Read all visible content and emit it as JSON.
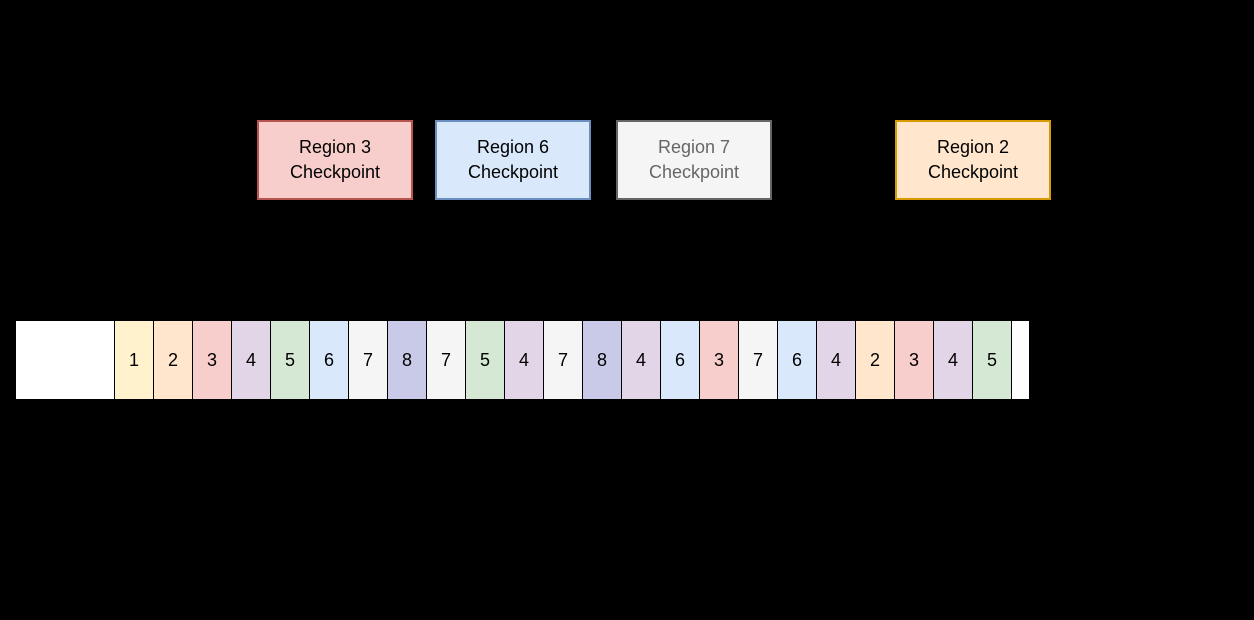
{
  "checkpoints": [
    {
      "line1": "Region 3",
      "line2": "Checkpoint",
      "fill": "#F8CECC",
      "border": "#B85450",
      "text_color": "#000000"
    },
    {
      "line1": "Region 6",
      "line2": "Checkpoint",
      "fill": "#DAE8FC",
      "border": "#6C8EBF",
      "text_color": "#000000"
    },
    {
      "line1": "Region 7",
      "line2": "Checkpoint",
      "fill": "#F5F5F5",
      "border": "#666666",
      "text_color": "#666666"
    },
    {
      "line1": "Region 2",
      "line2": "Checkpoint",
      "fill": "#FFE6CC",
      "border": "#D79B00",
      "text_color": "#000000"
    }
  ],
  "log_strip": {
    "cells": [
      {
        "value": "",
        "fill": "#FFFFFF"
      },
      {
        "value": "1",
        "fill": "#FFF2CC"
      },
      {
        "value": "2",
        "fill": "#FFE6CC"
      },
      {
        "value": "3",
        "fill": "#F8CECC"
      },
      {
        "value": "4",
        "fill": "#E1D5E7"
      },
      {
        "value": "5",
        "fill": "#D5E8D4"
      },
      {
        "value": "6",
        "fill": "#DAE8FC"
      },
      {
        "value": "7",
        "fill": "#F5F5F5"
      },
      {
        "value": "8",
        "fill": "#C9CAE8"
      },
      {
        "value": "7",
        "fill": "#F5F5F5"
      },
      {
        "value": "5",
        "fill": "#D5E8D4"
      },
      {
        "value": "4",
        "fill": "#E1D5E7"
      },
      {
        "value": "7",
        "fill": "#F5F5F5"
      },
      {
        "value": "8",
        "fill": "#C9CAE8"
      },
      {
        "value": "4",
        "fill": "#E1D5E7"
      },
      {
        "value": "6",
        "fill": "#DAE8FC"
      },
      {
        "value": "3",
        "fill": "#F8CECC"
      },
      {
        "value": "7",
        "fill": "#F5F5F5"
      },
      {
        "value": "6",
        "fill": "#DAE8FC"
      },
      {
        "value": "4",
        "fill": "#E1D5E7"
      },
      {
        "value": "2",
        "fill": "#FFE6CC"
      },
      {
        "value": "3",
        "fill": "#F8CECC"
      },
      {
        "value": "4",
        "fill": "#E1D5E7"
      },
      {
        "value": "5",
        "fill": "#D5E8D4"
      },
      {
        "value": "",
        "fill": "#FFFFFF"
      }
    ]
  }
}
